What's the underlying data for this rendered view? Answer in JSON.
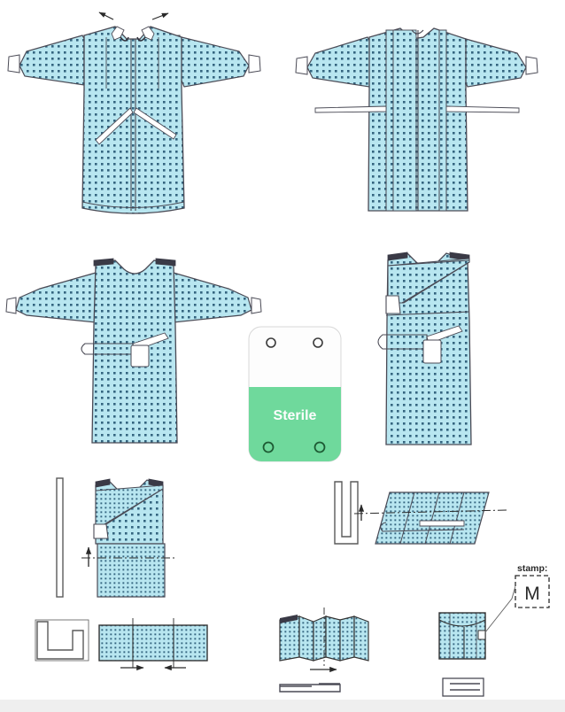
{
  "document": {
    "title": "Surgical Gown Folding Instruction Diagram",
    "background_color": "#ffffff",
    "bottom_band_color": "#efefef"
  },
  "palette": {
    "fabric_fill": "#b8e6f0",
    "fabric_dot": "#1d4e6b",
    "outline": "#4a4a55",
    "cuff_fill": "#ffffff",
    "sterile_green": "#6fd99c",
    "label_white": "#fdfdfd",
    "arrow_color": "#2a2a2a",
    "stamp_text": "#2a2a2a"
  },
  "labels": {
    "sterile": "Sterile",
    "stamp_caption": "stamp:",
    "stamp_letter": "M"
  },
  "steps": [
    {
      "id": 1,
      "name": "gown-front-open",
      "description": "Full surgical gown laid flat, front view, neck ties spread apart",
      "arrows": [
        "neck-tie-left-arrow",
        "neck-tie-right-arrow"
      ]
    },
    {
      "id": 2,
      "name": "gown-back-panels-folded",
      "description": "Gown with back panels folded inward, waist ties extended to both sides",
      "arrows": []
    },
    {
      "id": 3,
      "name": "gown-sides-folded",
      "description": "Gown with side edges folded in, belt card placed at waist",
      "arrows": []
    },
    {
      "id": 4,
      "name": "gown-sleeves-folded-diagonal",
      "description": "Sleeves folded diagonally across body, cuff visible at left edge",
      "arrows": []
    },
    {
      "id": 5,
      "name": "gown-bottom-folded-up",
      "description": "Bottom hem folded up along dash-dot fold line",
      "arrows": [
        "fold-up-arrow"
      ]
    },
    {
      "id": 6,
      "name": "gown-folded-flat-slanted",
      "description": "Folded gown shown slanted with horizontal fold line",
      "arrows": [
        "fold-up-arrow"
      ]
    },
    {
      "id": 7,
      "name": "gown-trifold-panel",
      "description": "Flat rectangular panel with two vertical fold lines, fold inward",
      "arrows": [
        "fold-left-arrow",
        "fold-right-arrow"
      ]
    },
    {
      "id": 8,
      "name": "gown-accordion-3d",
      "description": "Accordion folded gown shown in perspective",
      "arrows": [
        "fold-direction-arrow"
      ]
    },
    {
      "id": 9,
      "name": "gown-final-package",
      "description": "Final compact folded package with stamp applied",
      "arrows": []
    }
  ],
  "icons": [
    {
      "name": "fold-bar-straight-icon",
      "description": "straight vertical bar reference"
    },
    {
      "name": "fold-bar-u-icon",
      "description": "U shaped folded bar reference"
    },
    {
      "name": "fold-bar-z-icon",
      "description": "Z shaped folded bar reference"
    },
    {
      "name": "flat-bar-icon",
      "description": "flat bar end view"
    },
    {
      "name": "stacked-bar-icon",
      "description": "stacked layers end view"
    }
  ],
  "sterile_label": {
    "holes": 4,
    "top_color": "#fdfdfd",
    "bottom_color": "#6fd99c",
    "text": "Sterile"
  }
}
